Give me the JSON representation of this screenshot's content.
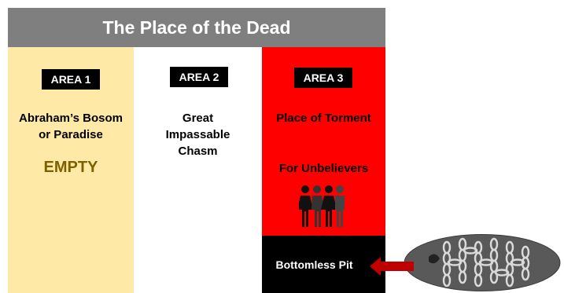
{
  "title": "The Place of the Dead",
  "areas": [
    {
      "badge": "AREA 1",
      "text": "Abraham’s Bosom\nor Paradise",
      "status": "EMPTY"
    },
    {
      "badge": "AREA 2",
      "text": "Great\nImpassable\nChasm"
    },
    {
      "badge": "AREA 3",
      "text": "Place of Torment",
      "subtext": "For Unbelievers"
    }
  ],
  "pit_label": "Bottomless Pit",
  "icons": {
    "people": "people-group-icon",
    "chains": "chains-icon",
    "arrow": "arrow-left-icon"
  },
  "colors": {
    "title_bg": "#7f7f7f",
    "area1_bg": "#ffe9a6",
    "area3_bg": "#ff0000",
    "pit_bg": "#000000",
    "empty_text": "#7f6000",
    "arrow": "#c00000"
  }
}
